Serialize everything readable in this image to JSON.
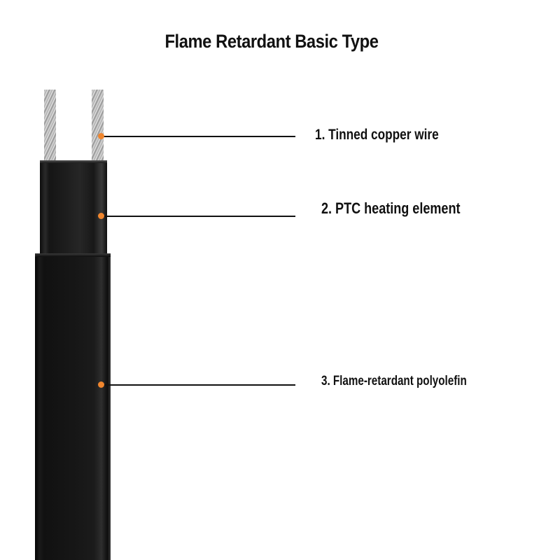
{
  "title": "Flame Retardant Basic Type",
  "colors": {
    "background": "#ffffff",
    "callout_dot": "#f0862e",
    "leader_line": "#111111",
    "cable_body": "#151515",
    "wire": "#c8c8c8"
  },
  "components": [
    {
      "number": 1,
      "label": "1. Tinned copper wire",
      "part": "wire-conductors"
    },
    {
      "number": 2,
      "label": "2. PTC heating element",
      "part": "ptc-core"
    },
    {
      "number": 3,
      "label": "3. Flame-retardant polyolefin",
      "part": "outer-jacket"
    }
  ]
}
